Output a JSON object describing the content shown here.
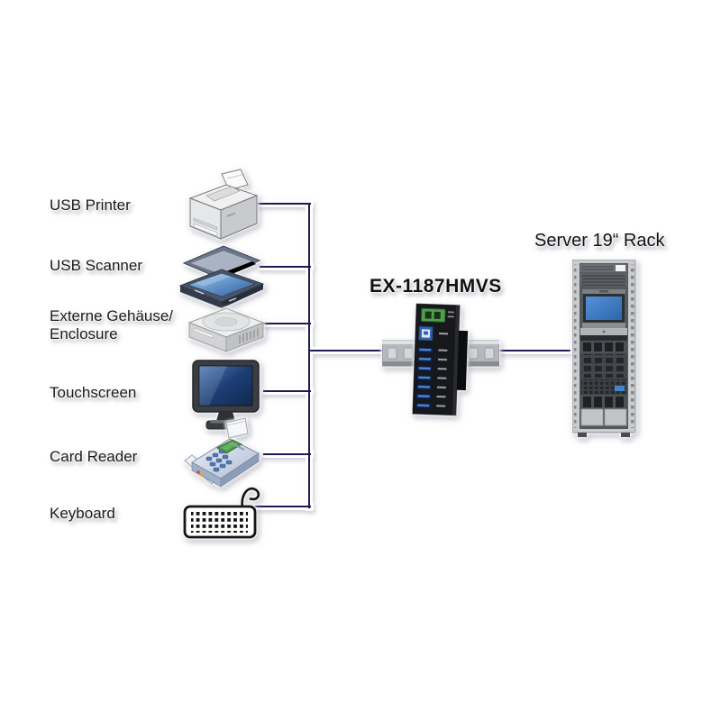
{
  "devices": [
    {
      "name": "usb-printer",
      "label": "USB Printer",
      "icon": "printer-icon"
    },
    {
      "name": "usb-scanner",
      "label": "USB Scanner",
      "icon": "scanner-icon"
    },
    {
      "name": "external-enclosure",
      "label": "Externe Gehäuse/",
      "label2": "Enclosure",
      "icon": "hard-drive-icon"
    },
    {
      "name": "touchscreen",
      "label": "Touchscreen",
      "icon": "touchscreen-icon"
    },
    {
      "name": "card-reader",
      "label": "Card Reader",
      "icon": "card-reader-icon"
    },
    {
      "name": "keyboard",
      "label": "Keyboard",
      "icon": "keyboard-icon"
    }
  ],
  "hub": {
    "label": "EX-1187HMVS",
    "visible_usb_a_ports": 7,
    "visible_usb_b_ports": 1,
    "mount": "DIN rail"
  },
  "server": {
    "label": "Server 19“ Rack"
  },
  "colors": {
    "background": "#ffffff",
    "connector_line": "#1c1c55",
    "hub_body": "#17181b",
    "usb_port_blue": "#2f63b8",
    "terminal_green": "#4f9f4e",
    "rack_screen_blue": "#3f7fc4"
  }
}
